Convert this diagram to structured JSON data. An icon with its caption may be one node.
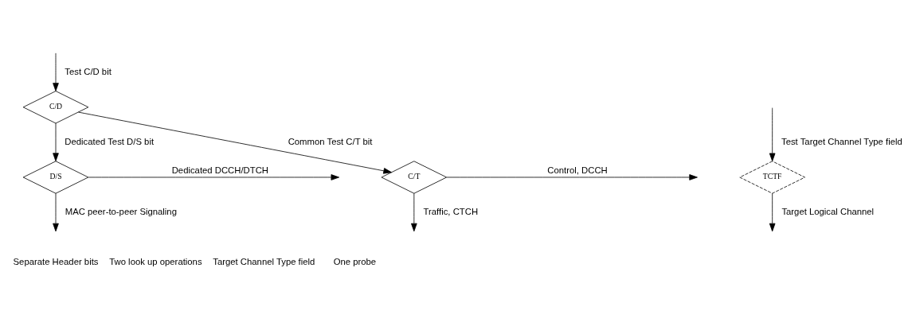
{
  "diagram": {
    "nodes": [
      {
        "text": [
          "C/D"
        ]
      },
      {
        "text": [
          "D/S"
        ]
      },
      {
        "text": [
          "C/T"
        ]
      },
      {
        "text": [
          "TCTF"
        ]
      }
    ],
    "edges": [
      {
        "from": null,
        "to": 0,
        "arrow": "to",
        "label": "Test C/D bit"
      },
      {
        "from": 0,
        "to": 1,
        "arrow": "to",
        "label": "Dedicated Test D/S bit"
      },
      {
        "from": 0,
        "to": 2,
        "arrow": "to",
        "label": "Common Test C/T bit"
      },
      {
        "from": 1,
        "to": null,
        "arrow": "to",
        "label": "Dedicated DCCH/DTCH"
      },
      {
        "from": 1,
        "to": null,
        "arrow": "to",
        "label": "MAC peer-to-peer Signaling"
      },
      {
        "from": 2,
        "to": null,
        "arrow": "to",
        "label": "Control, DCCH"
      },
      {
        "from": 2,
        "to": null,
        "arrow": "to",
        "label": "Traffic, CTCH"
      },
      {
        "from": null,
        "to": 3,
        "arrow": "to",
        "label": "Test Target Channel Type field"
      },
      {
        "from": 3,
        "to": null,
        "arrow": "to",
        "label": "Target Logical Channel"
      }
    ],
    "labels": [
      "Separate Header bits",
      "Two look up operations",
      "Target Channel Type field",
      "One probe"
    ]
  }
}
